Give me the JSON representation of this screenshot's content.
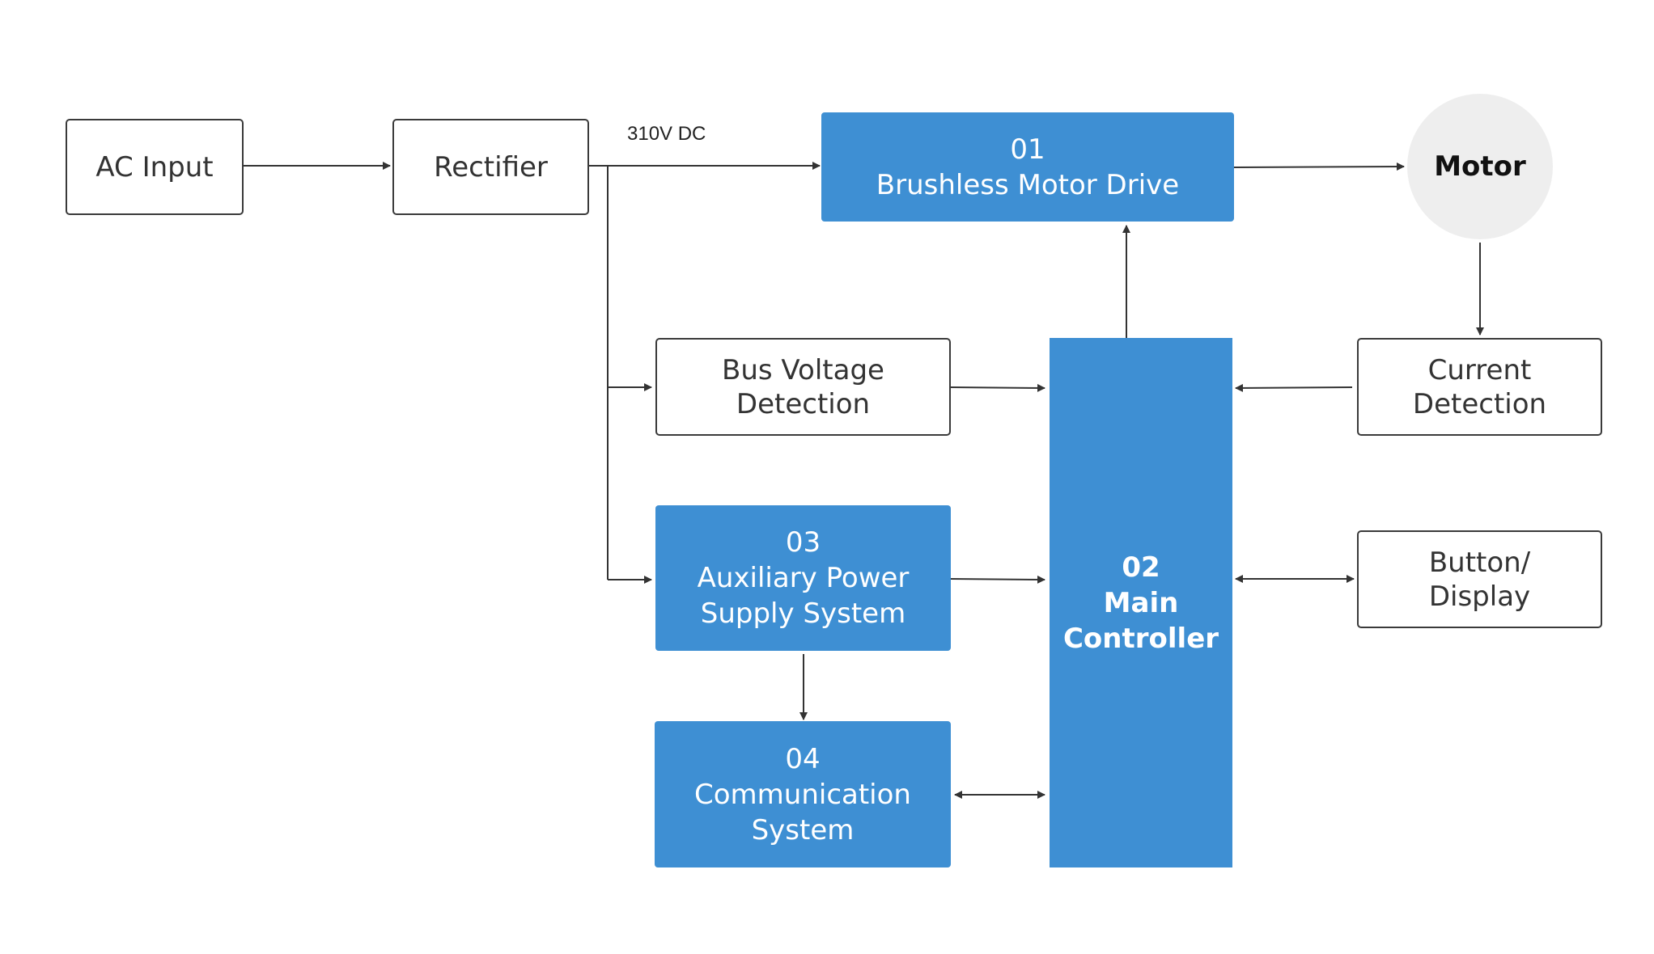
{
  "nodes": {
    "ac_input": {
      "line1": "AC Input"
    },
    "rectifier": {
      "line1": "Rectifier"
    },
    "motor_drive": {
      "number": "01",
      "line1": "Brushless Motor Drive"
    },
    "motor": {
      "line1": "Motor"
    },
    "bus_voltage": {
      "line1": "Bus Voltage",
      "line2": "Detection"
    },
    "main_controller": {
      "number": "02",
      "line1": "Main",
      "line2": "Controller"
    },
    "current_detection": {
      "line1": "Current",
      "line2": "Detection"
    },
    "aux_power": {
      "number": "03",
      "line1": "Auxiliary Power",
      "line2": "Supply System"
    },
    "button_display": {
      "line1": "Button/",
      "line2": "Display"
    },
    "communication": {
      "number": "04",
      "line1": "Communication",
      "line2": "System"
    }
  },
  "edge_labels": {
    "dc_bus": "310V DC"
  },
  "colors": {
    "accent_blue": "#3e8fd3",
    "motor_circle": "#eeeeee",
    "line": "#333333"
  }
}
